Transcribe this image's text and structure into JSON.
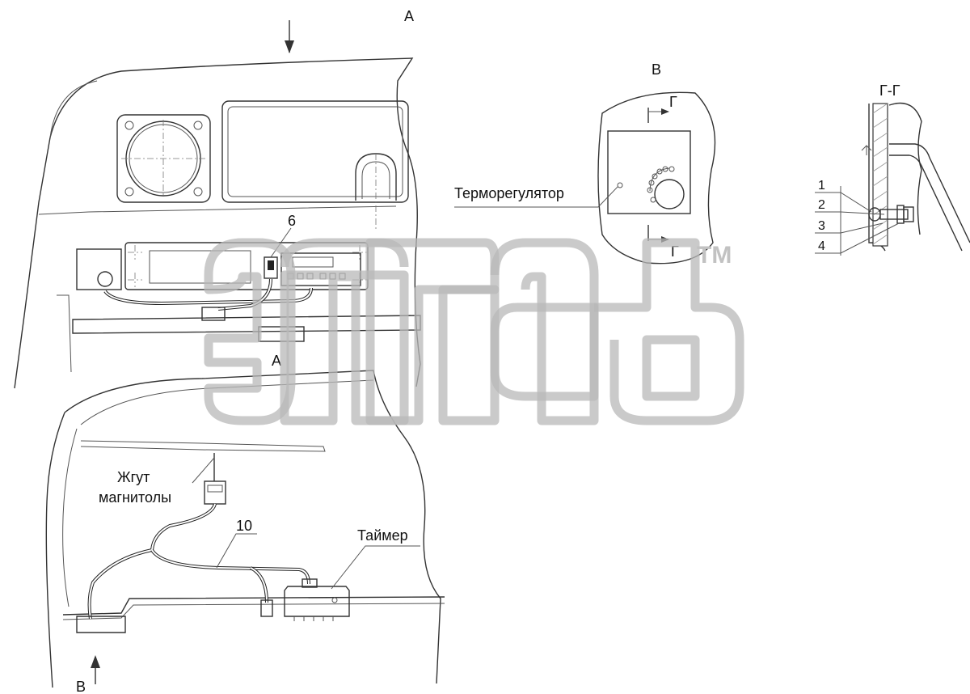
{
  "view_labels": {
    "view_a_top": "А",
    "view_a_arrow_label": "А",
    "view_b_top": "В",
    "view_b_arrow_label": "В",
    "section_mark_top": "Г",
    "section_mark_bottom": "Г",
    "section_title": "Г-Г"
  },
  "callouts": {
    "harness_6": "6",
    "harness_10": "10",
    "thermoregulator": "Терморегулятор",
    "timer": "Таймер",
    "radio_harness_line1": "Жгут",
    "radio_harness_line2": "магнитолы"
  },
  "section_positions": [
    "1",
    "2",
    "3",
    "4"
  ],
  "watermark": {
    "trademark": "TM"
  }
}
